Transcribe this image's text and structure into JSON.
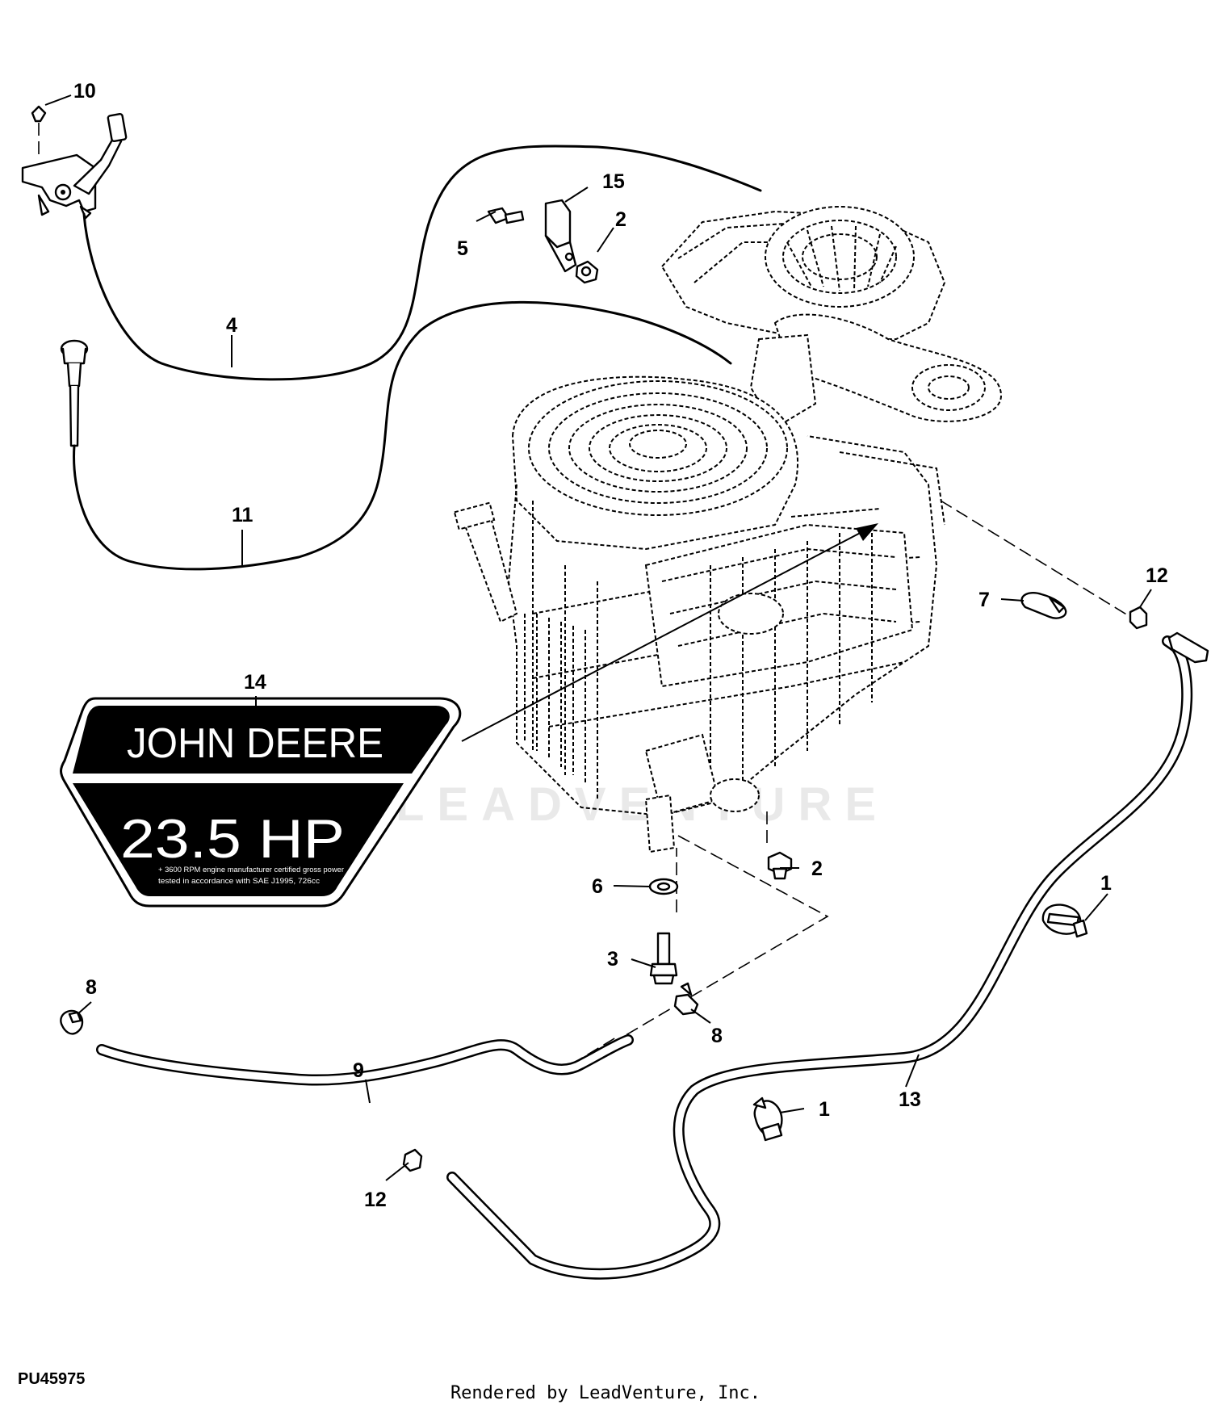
{
  "diagram": {
    "callouts": {
      "c1a": "1",
      "c1b": "1",
      "c2a": "2",
      "c2b": "2",
      "c3": "3",
      "c4": "4",
      "c5": "5",
      "c6": "6",
      "c7": "7",
      "c8a": "8",
      "c8b": "8",
      "c9": "9",
      "c10": "10",
      "c11": "11",
      "c12a": "12",
      "c12b": "12",
      "c13": "13",
      "c14": "14",
      "c15": "15"
    },
    "decal": {
      "brand": "JOHN DEERE",
      "rating": "23.5 HP",
      "note_line1": "+ 3600 RPM engine manufacturer certified gross power",
      "note_line2": "tested in accordance with SAE J1995, 726cc"
    },
    "watermark": "LEADVENTURE"
  },
  "footer": {
    "figure_id": "PU45975",
    "credit": "Rendered by LeadVenture, Inc."
  }
}
